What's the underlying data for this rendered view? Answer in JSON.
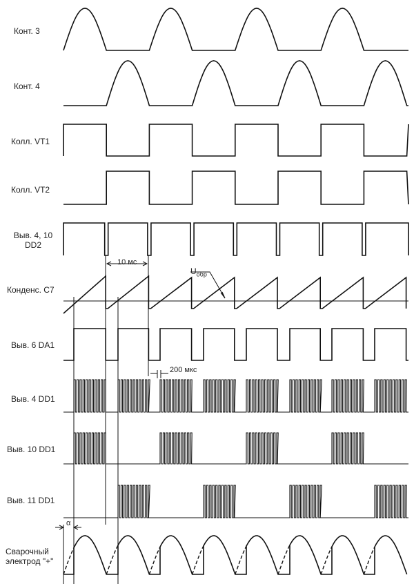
{
  "rows": [
    {
      "id": "kont3",
      "label": "Конт. 3"
    },
    {
      "id": "kont4",
      "label": "Конт. 4"
    },
    {
      "id": "vt1",
      "label": "Колл. VT1"
    },
    {
      "id": "vt2",
      "label": "Колл. VT2"
    },
    {
      "id": "dd2",
      "label": "Выв. 4, 10",
      "label2": "DD2"
    },
    {
      "id": "c7",
      "label": "Конденс. C7"
    },
    {
      "id": "da1",
      "label": "Выв. 6 DA1"
    },
    {
      "id": "dd1_4",
      "label": "Выв. 4 DD1"
    },
    {
      "id": "dd1_10",
      "label": "Выв. 10 DD1"
    },
    {
      "id": "dd1_11",
      "label": "Выв. 11 DD1"
    },
    {
      "id": "weld",
      "label": "Сварочный",
      "label2": "электрод \"+\""
    }
  ],
  "annotations": {
    "period": "10 мс",
    "u_obr_main": "U",
    "u_obr_sub": "обр",
    "pulse_period": "200 мкс",
    "alpha": "α"
  }
}
